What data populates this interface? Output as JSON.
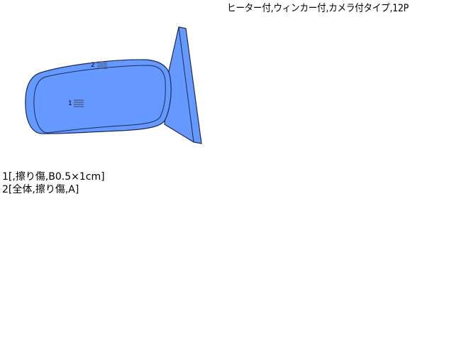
{
  "header": {
    "spec_text": "ヒーター付,ウィンカー付,カメラ付タイプ,12P"
  },
  "diagram": {
    "part_name": "side-mirror",
    "fill_color": "#6699ff",
    "stroke_color": "#1a2a55",
    "markers": [
      {
        "id": "1",
        "label": "1"
      },
      {
        "id": "2",
        "label": "2"
      }
    ]
  },
  "damage_list": [
    {
      "text": "1[,擦り傷,B0.5×1cm]"
    },
    {
      "text": "2[全体,擦り傷,A]"
    }
  ]
}
